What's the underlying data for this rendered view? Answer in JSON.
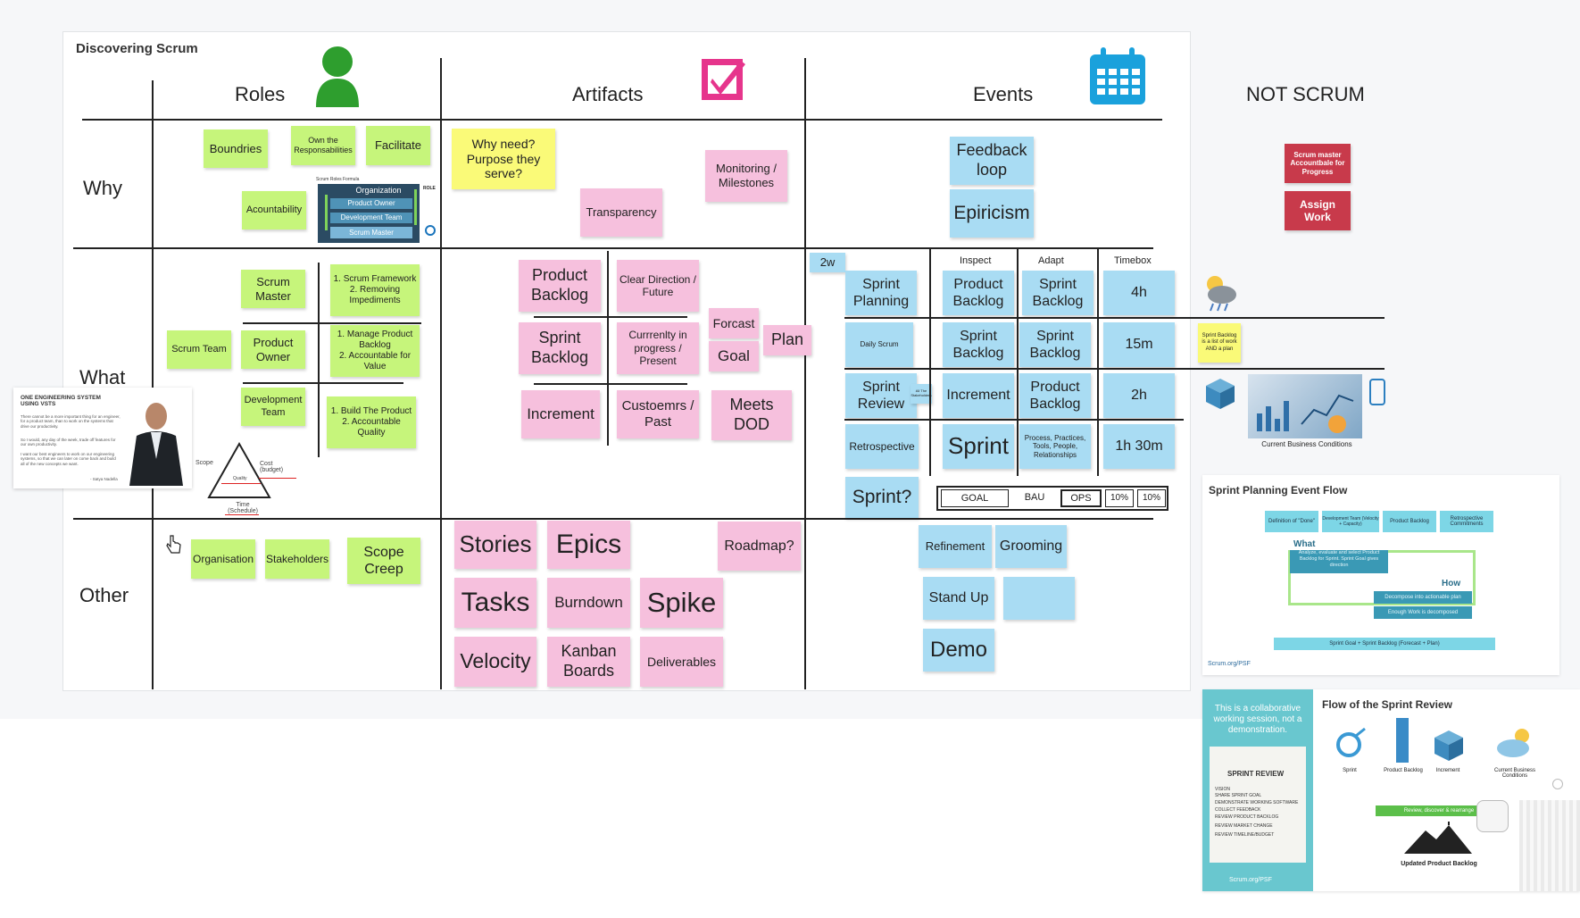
{
  "board": {
    "title": "Discovering Scrum",
    "columns": [
      "Roles",
      "Artifacts",
      "Events",
      "NOT SCRUM"
    ],
    "rows": [
      "Why",
      "What",
      "Other"
    ]
  },
  "icons": {
    "roles": "person-icon",
    "artifacts": "edit-icon",
    "events": "calendar-icon",
    "colors": {
      "green": "#2e9e2e",
      "pink": "#e6358c",
      "blue": "#1aa1dc"
    }
  },
  "roles_why": {
    "boundries": "Boundries",
    "own_resp": "Own the Responsabilities",
    "facilitate": "Facilitate",
    "accountability": "Acountability",
    "diagram": {
      "title": "Scrum Roles Formula",
      "org": "Organization",
      "po": "Product Owner",
      "dt": "Development Team",
      "sm": "Scrum Master",
      "role": "ROLE"
    }
  },
  "roles_what": {
    "scrum_team": "Scrum Team",
    "scrum_master": "Scrum Master",
    "product_owner": "Product Owner",
    "dev_team": "Development Team",
    "sm_desc": "1. Scrum Framework\n2. Removing Impediments",
    "po_desc": "1. Manage Product Backlog\n2. Accountable for Value",
    "dt_desc": "1. Build The Product\n2. Accountable Quality",
    "triangle": {
      "scope": "Scope",
      "cost": "Cost (budget)",
      "quality": "Quality",
      "time": "Time (Schedule)"
    }
  },
  "quote_card": {
    "heading": "ONE ENGINEERING SYSTEM USING VSTS",
    "body": "There cannot be a more important thing for an engineer, for a product team, than to work on the systems that drive our productivity.",
    "body2": "So I would, any day of the week, trade off features for our own productivity.",
    "body3": "I want our best engineers to work on our engineering systems, so that we can later on come back and build all of the new concepts we want.",
    "signature": "- Satya Nadella"
  },
  "roles_other": {
    "organisation": "Organisation",
    "stakeholders": "Stakeholders",
    "scope_creep": "Scope Creep"
  },
  "artifacts_why": {
    "why_need": "Why need? Purpose they serve?",
    "transparency": "Transparency",
    "monitoring": "Monitoring / Milestones"
  },
  "artifacts_what": {
    "product_backlog": "Product Backlog",
    "clear_direction": "Clear Direction / Future",
    "sprint_backlog": "Sprint Backlog",
    "currently": "Currrenlty in progress / Present",
    "forcast": "Forcast",
    "goal": "Goal",
    "plan": "Plan",
    "increment": "Increment",
    "customers": "Custoemrs / Past",
    "meets_dod": "Meets DOD"
  },
  "artifacts_other": {
    "stories": "Stories",
    "epics": "Epics",
    "roadmap": "Roadmap?",
    "tasks": "Tasks",
    "burndown": "Burndown",
    "spike": "Spike",
    "velocity": "Velocity",
    "kanban": "Kanban Boards",
    "deliverables": "Deliverables"
  },
  "events_why": {
    "feedback": "Feedback loop",
    "empiricism": "Epiricism"
  },
  "events_what": {
    "tag_2w": "2w",
    "headers": {
      "inspect": "Inspect",
      "adapt": "Adapt",
      "timebox": "Timebox"
    },
    "rows": [
      {
        "event": "Sprint Planning",
        "inspect": "Product Backlog",
        "adapt": "Sprint Backlog",
        "timebox": "4h"
      },
      {
        "event": "Daily Scrum",
        "inspect": "Sprint Backlog",
        "adapt": "Sprint Backlog",
        "timebox": "15m"
      },
      {
        "event": "Sprint Review",
        "inspect": "Increment",
        "adapt": "Product Backlog",
        "timebox": "2h"
      },
      {
        "event": "Retrospective",
        "inspect": "Sprint",
        "adapt": "Process, Practices, Tools, People, Relationships",
        "timebox": "1h 30m"
      }
    ],
    "review_tag": "All The Stakeholders",
    "sprint_q": "Sprint?",
    "capacity": [
      "GOAL",
      "BAU",
      "OPS",
      "10%",
      "10%"
    ]
  },
  "events_other": {
    "refinement": "Refinement",
    "grooming": "Grooming",
    "standup": "Stand Up",
    "demo": "Demo"
  },
  "not_scrum": {
    "sm_accountable": "Scrum master Accountbale for Progress",
    "assign_work": "Assign Work",
    "sprint_backlog_note": "Sprint Backlog is a list of work AND a plan",
    "current_conditions": "Current Business Conditions"
  },
  "planning_flow": {
    "title": "Sprint Planning Event Flow",
    "boxes": [
      "Definition of \"Done\"",
      "Development Team (Velocity + Capacity)",
      "Product Backlog",
      "Retrospective Commitments"
    ],
    "what": "What",
    "what_text": "Analyze, evaluate and select Product Backlog for Sprint. Sprint Goal gives direction",
    "how": "How",
    "how_text1": "Decompose into actionable plan",
    "how_text2": "Enough Work is decomposed",
    "result": "Sprint Goal + Sprint Backlog (Forecast + Plan)",
    "footer": "Scrum.org/PSF"
  },
  "review_flow": {
    "title": "Flow of the Sprint Review",
    "side_text": "This is a collaborative working session, not a demonstration.",
    "whiteboard_title": "SPRINT REVIEW",
    "whiteboard_items": [
      "VISION",
      "SHARE SPRINT GOAL",
      "DEMONSTRATE WORKING SOFTWARE",
      "COLLECT FEEDBACK",
      "REVIEW PRODUCT BACKLOG",
      "REVIEW MARKET CHANGE",
      "REVIEW TIMELINE/BUDGET"
    ],
    "items": [
      "Sprint",
      "Product Backlog",
      "Increment",
      "Current Business Conditions"
    ],
    "bar": "Review, discover & rearrange",
    "result": "Updated Product Backlog",
    "footer": "Scrum.org/PSF"
  }
}
